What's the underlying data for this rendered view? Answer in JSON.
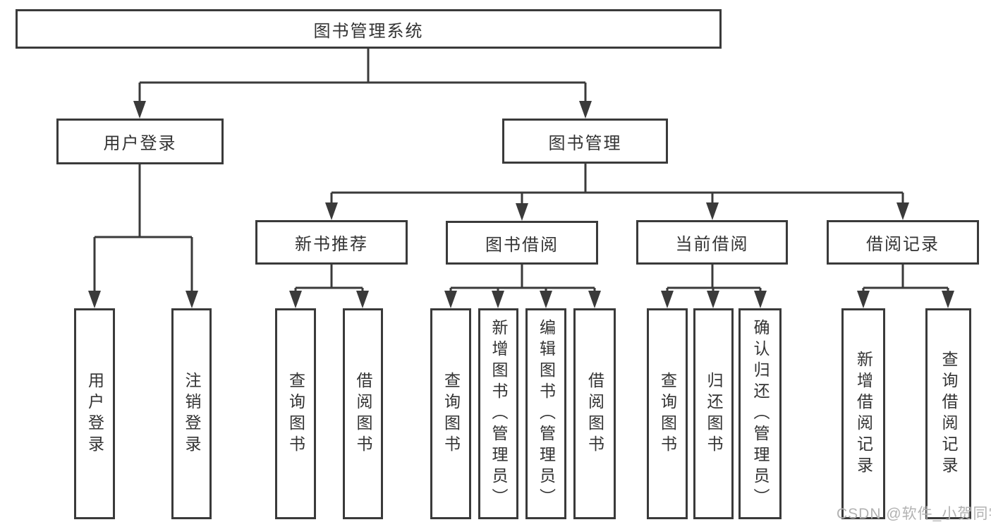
{
  "watermark": "CSDN @软件_小贺同学",
  "colors": {
    "line": "#3a3a3a",
    "text": "#333333",
    "watermark": "#b2b2b2",
    "background": "#ffffff"
  },
  "tree": {
    "root": {
      "label": "图书管理系统"
    },
    "branches": [
      {
        "label": "用户登录",
        "children": [
          {
            "label": "用户登录"
          },
          {
            "label": "注销登录"
          }
        ]
      },
      {
        "label": "图书管理",
        "children": [
          {
            "label": "新书推荐",
            "children": [
              {
                "label": "查询图书"
              },
              {
                "label": "借阅图书"
              }
            ]
          },
          {
            "label": "图书借阅",
            "children": [
              {
                "label": "查询图书"
              },
              {
                "label": "新增图书（管理员）"
              },
              {
                "label": "编辑图书（管理员）"
              },
              {
                "label": "借阅图书"
              }
            ]
          },
          {
            "label": "当前借阅",
            "children": [
              {
                "label": "查询图书"
              },
              {
                "label": "归还图书"
              },
              {
                "label": "确认归还（管理员）"
              }
            ]
          },
          {
            "label": "借阅记录",
            "children": [
              {
                "label": "新增借阅记录"
              },
              {
                "label": "查询借阅记录"
              }
            ]
          }
        ]
      }
    ]
  }
}
